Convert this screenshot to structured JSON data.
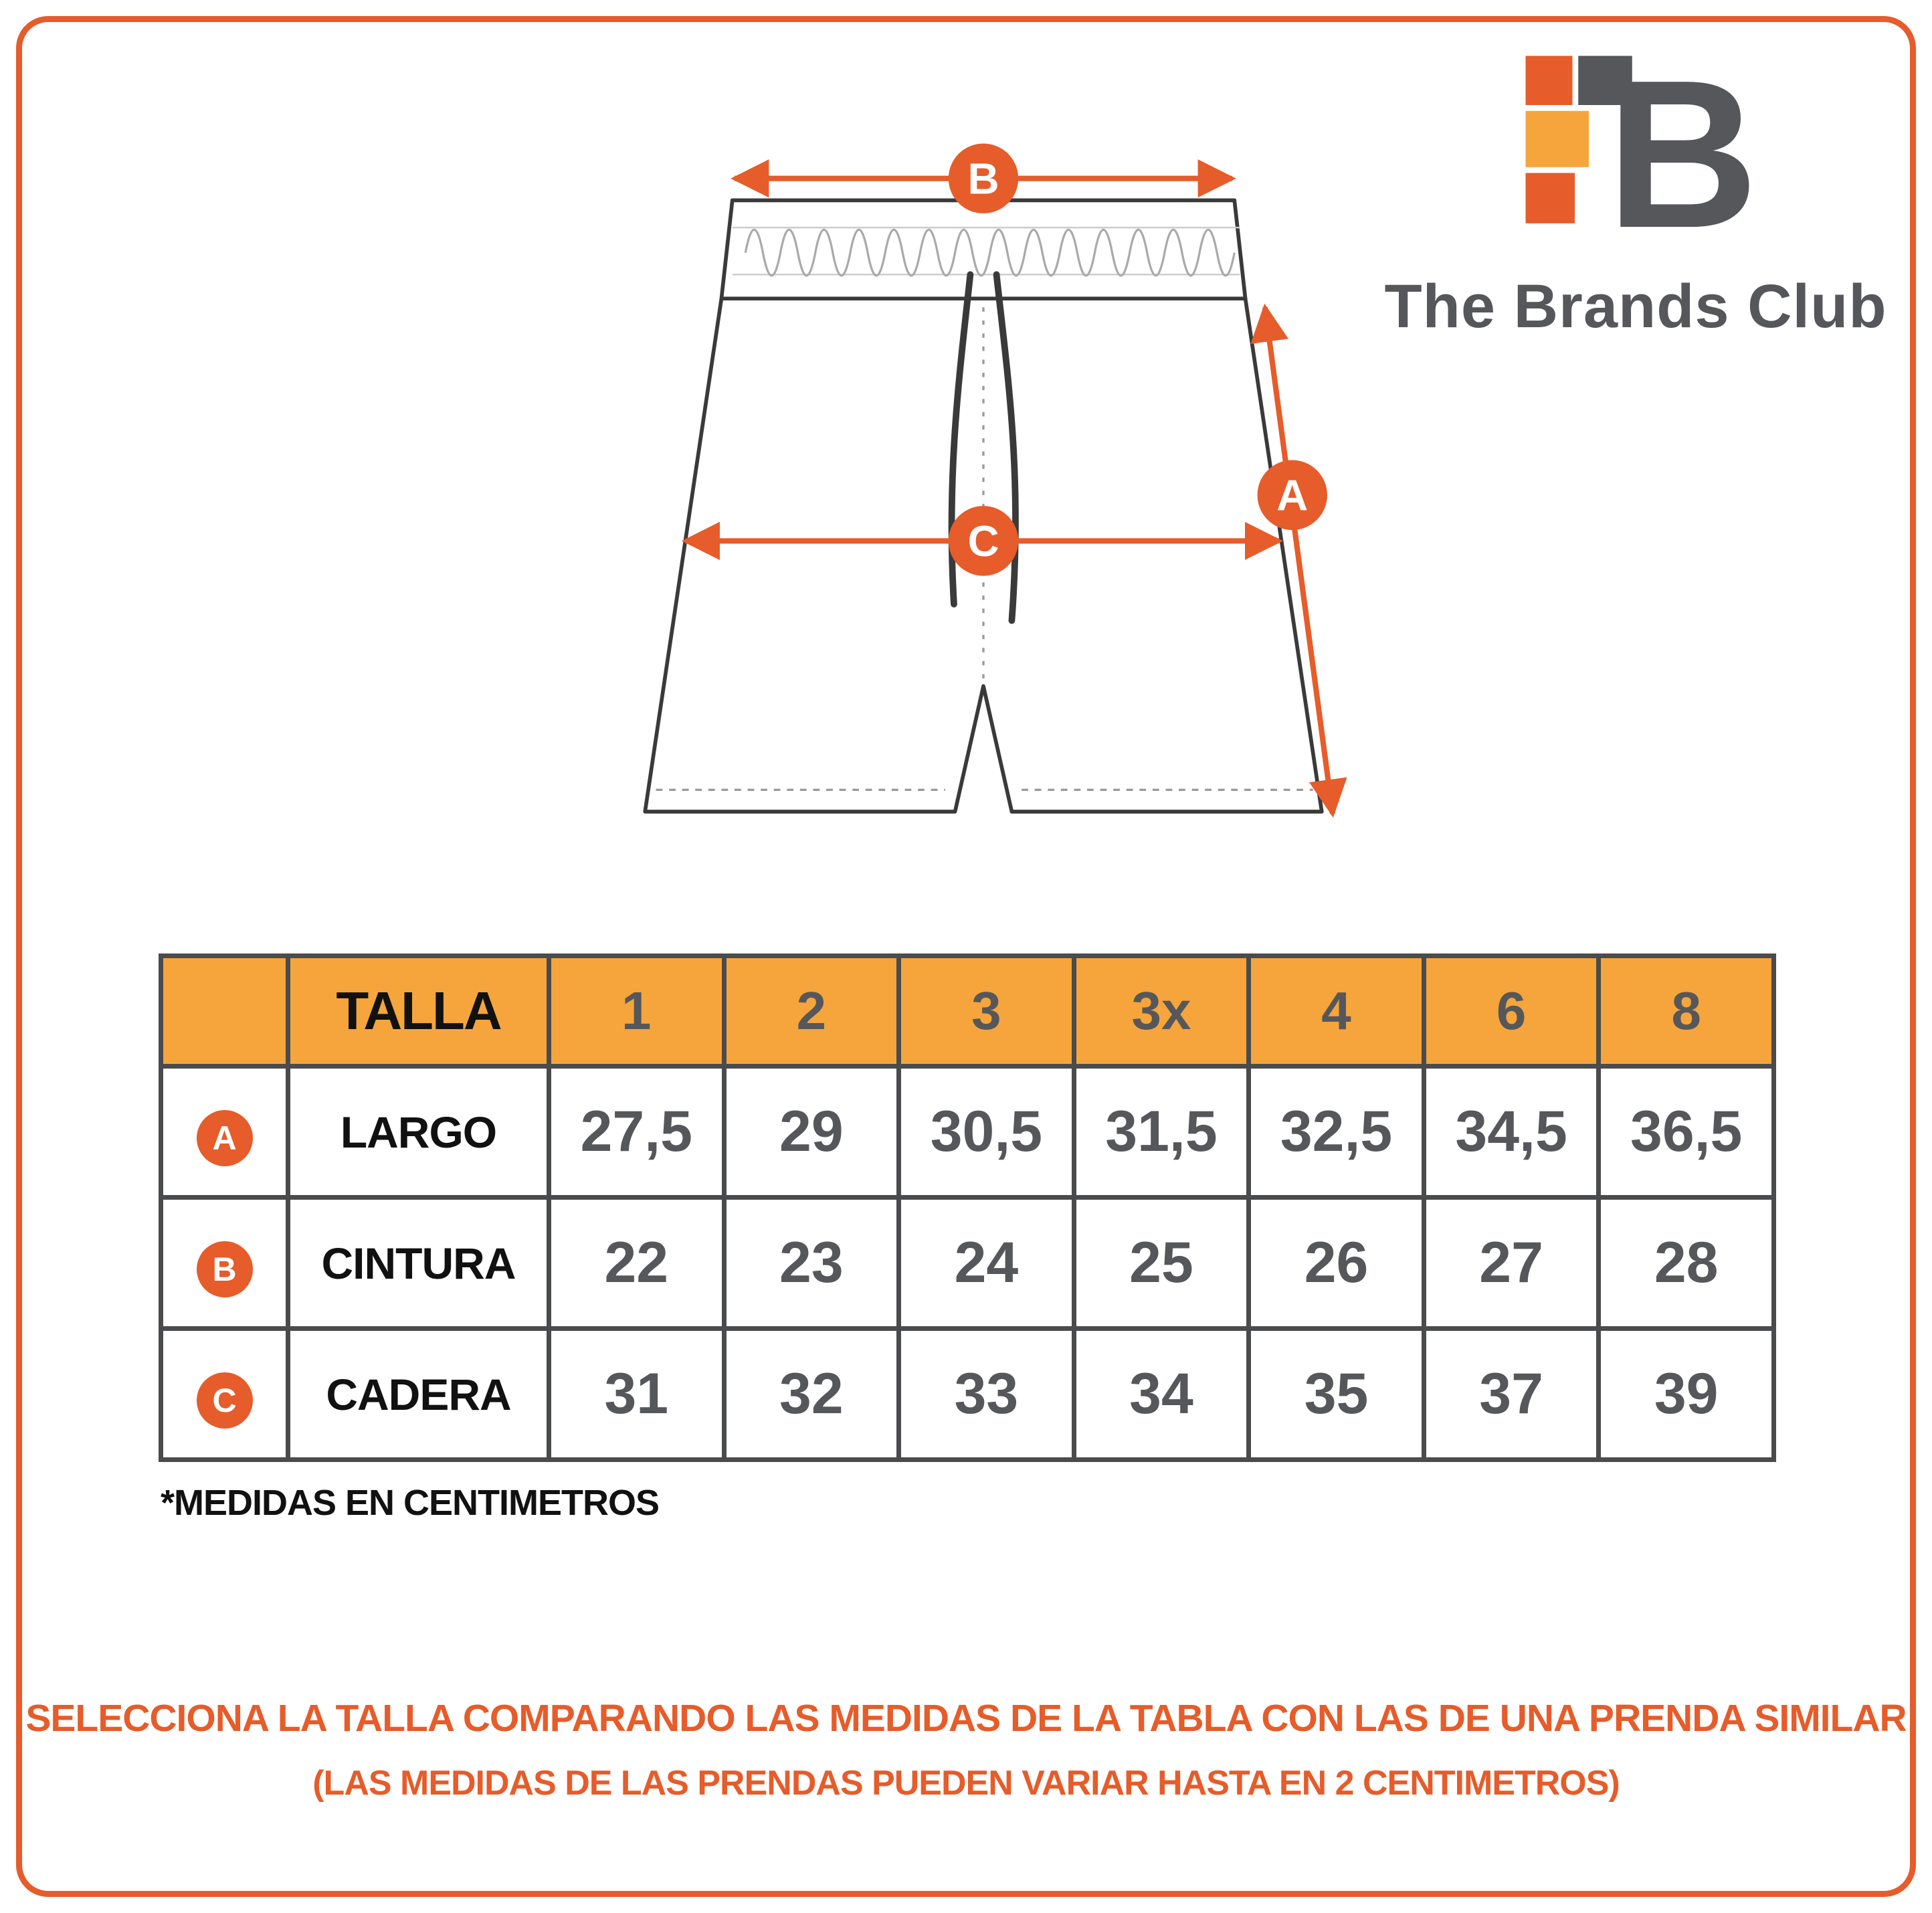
{
  "brand": {
    "name": "The Brands Club",
    "letter": "B"
  },
  "colors": {
    "accent_orange": "#E65C2A",
    "header_amber": "#F5A53C",
    "text_gray": "#56575B"
  },
  "diagram": {
    "garment": "shorts",
    "labels": {
      "a": "A",
      "b": "B",
      "c": "C"
    }
  },
  "chart_data": {
    "type": "table",
    "title": "TALLA",
    "categories": [
      "1",
      "2",
      "3",
      "3x",
      "4",
      "6",
      "8"
    ],
    "series": [
      {
        "key": "A",
        "name": "LARGO",
        "values": [
          "27,5",
          "29",
          "30,5",
          "31,5",
          "32,5",
          "34,5",
          "36,5"
        ]
      },
      {
        "key": "B",
        "name": "CINTURA",
        "values": [
          "22",
          "23",
          "24",
          "25",
          "26",
          "27",
          "28"
        ]
      },
      {
        "key": "C",
        "name": "CADERA",
        "values": [
          "31",
          "32",
          "33",
          "34",
          "35",
          "37",
          "39"
        ]
      }
    ],
    "note": "*MEDIDAS EN CENTIMETROS"
  },
  "footer": {
    "line1": "SELECCIONA LA TALLA COMPARANDO LAS MEDIDAS DE LA TABLA CON LAS DE UNA PRENDA SIMILAR",
    "line2": "(LAS MEDIDAS DE LAS PRENDAS PUEDEN VARIAR HASTA EN 2 CENTIMETROS)"
  }
}
